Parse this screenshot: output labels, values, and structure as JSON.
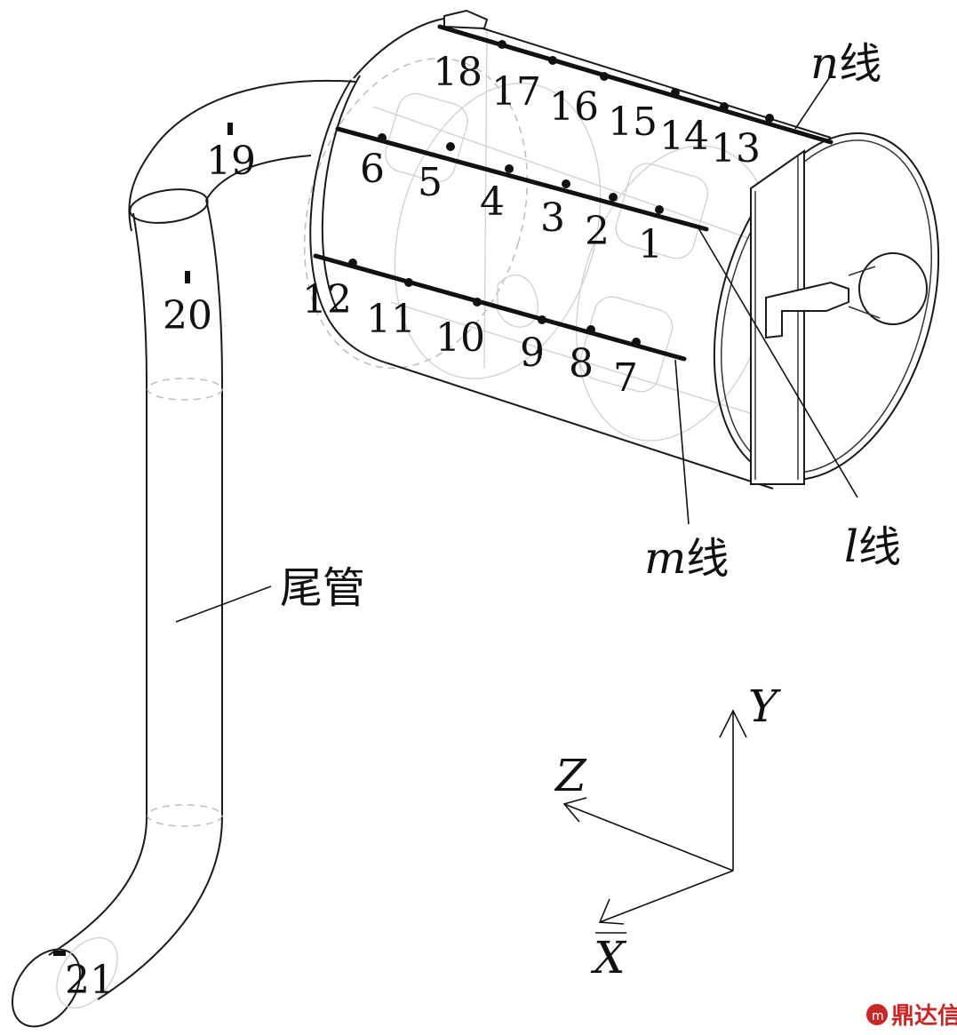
{
  "points": [
    {
      "id": "1",
      "label": "1"
    },
    {
      "id": "2",
      "label": "2"
    },
    {
      "id": "3",
      "label": "3"
    },
    {
      "id": "4",
      "label": "4"
    },
    {
      "id": "5",
      "label": "5"
    },
    {
      "id": "6",
      "label": "6"
    },
    {
      "id": "7",
      "label": "7"
    },
    {
      "id": "8",
      "label": "8"
    },
    {
      "id": "9",
      "label": "9"
    },
    {
      "id": "10",
      "label": "10"
    },
    {
      "id": "11",
      "label": "11"
    },
    {
      "id": "12",
      "label": "12"
    },
    {
      "id": "13",
      "label": "13"
    },
    {
      "id": "14",
      "label": "14"
    },
    {
      "id": "15",
      "label": "15"
    },
    {
      "id": "16",
      "label": "16"
    },
    {
      "id": "17",
      "label": "17"
    },
    {
      "id": "18",
      "label": "18"
    },
    {
      "id": "19",
      "label": "19"
    },
    {
      "id": "20",
      "label": "20"
    },
    {
      "id": "21",
      "label": "21"
    }
  ],
  "lines": {
    "n": {
      "var": "n",
      "suffix": "线"
    },
    "l": {
      "var": "l",
      "suffix": "线"
    },
    "m": {
      "var": "m",
      "suffix": "线"
    }
  },
  "tailpipe_label": "尾管",
  "axes": {
    "x": "X",
    "y": "Y",
    "z": "Z"
  },
  "watermark": "鼎达信"
}
